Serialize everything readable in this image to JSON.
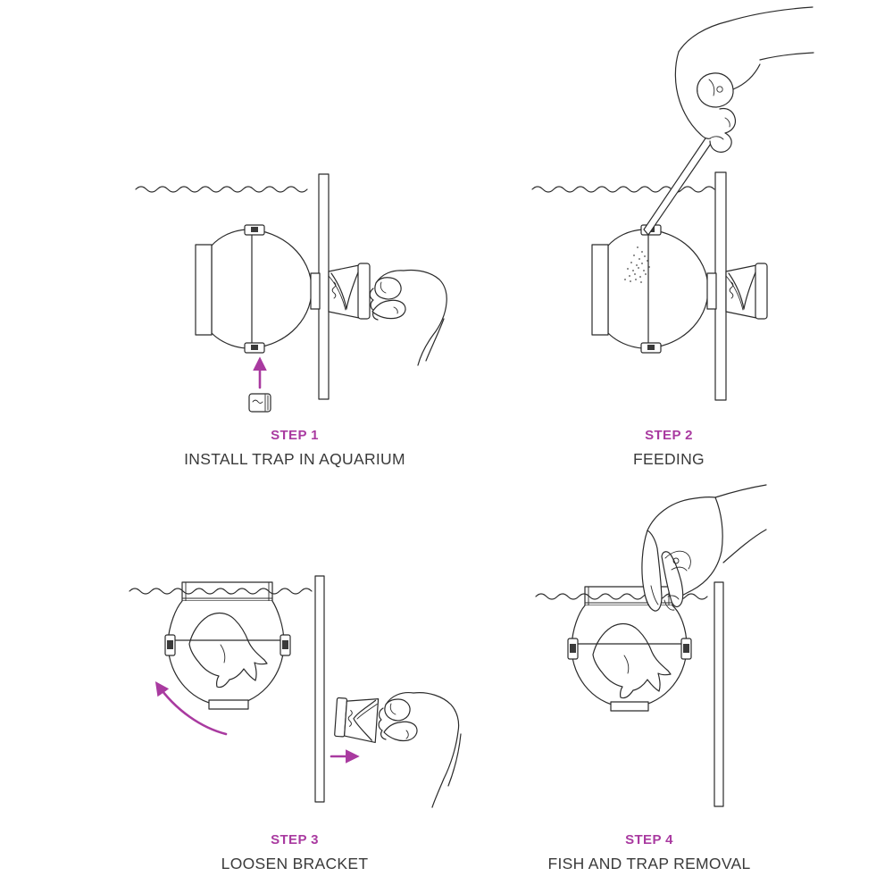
{
  "colors": {
    "accent": "#a93aa0",
    "line": "#2b2b2b",
    "text": "#3a3a3a",
    "background": "#ffffff"
  },
  "steps": [
    {
      "label": "STEP 1",
      "title": "INSTALL TRAP IN AQUARIUM"
    },
    {
      "label": "STEP 2",
      "title": "FEEDING"
    },
    {
      "label": "STEP 3",
      "title": "LOOSEN BRACKET"
    },
    {
      "label": "STEP 4",
      "title": "FISH AND TRAP REMOVAL"
    }
  ]
}
